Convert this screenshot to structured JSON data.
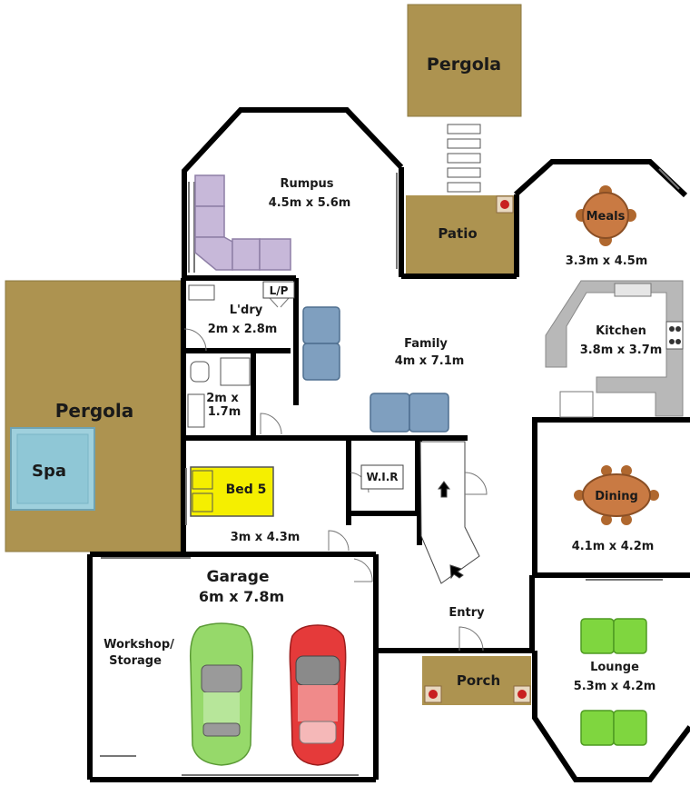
{
  "colors": {
    "pergola": "#ad9350",
    "spa": "#8fc7d6",
    "wall": "#000000",
    "floor": "#ffffff",
    "kitchen_bench": "#b8b8b8",
    "sofa_blue": "#7f9fbf",
    "sofa_purple": "#c7b8d9",
    "sofa_green": "#7fd63f",
    "table_brown": "#c97a43",
    "bed_yellow": "#f5ef00",
    "car_green": "#96d96a",
    "car_red": "#e53a3a"
  },
  "rooms": {
    "pergola_top": {
      "name": "Pergola"
    },
    "pergola_left": {
      "name": "Pergola"
    },
    "spa": {
      "name": "Spa"
    },
    "rumpus": {
      "name": "Rumpus",
      "size": "4.5m x 5.6m"
    },
    "patio": {
      "name": "Patio"
    },
    "meals": {
      "name": "Meals",
      "size": "3.3m x 4.5m"
    },
    "laundry": {
      "name": "L'dry",
      "size": "2m x 2.8m",
      "linen": "L/P"
    },
    "kitchen": {
      "name": "Kitchen",
      "size": "3.8m x 3.7m"
    },
    "family": {
      "name": "Family",
      "size": "4m x 7.1m"
    },
    "bath": {
      "size_line1": "2m x",
      "size_line2": "1.7m"
    },
    "bed5": {
      "name": "Bed 5",
      "size": "3m x 4.3m"
    },
    "wir": {
      "name": "W.I.R"
    },
    "dining": {
      "name": "Dining",
      "size": "4.1m x 4.2m"
    },
    "garage": {
      "name": "Garage",
      "size": "6m x 7.8m",
      "workshop_line1": "Workshop/",
      "workshop_line2": "Storage"
    },
    "entry": {
      "name": "Entry"
    },
    "porch": {
      "name": "Porch"
    },
    "lounge": {
      "name": "Lounge",
      "size": "5.3m x 4.2m"
    }
  }
}
